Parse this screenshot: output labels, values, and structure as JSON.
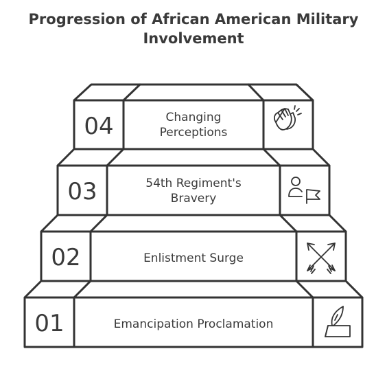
{
  "title": {
    "line1": "Progression of African American Military",
    "line2": "Involvement"
  },
  "steps": [
    {
      "number": "01",
      "label_line1": "Emancipation Proclamation",
      "label_line2": "",
      "icon": "document-quill-icon"
    },
    {
      "number": "02",
      "label_line1": "Enlistment Surge",
      "label_line2": "",
      "icon": "crossed-arrows-icon"
    },
    {
      "number": "03",
      "label_line1": "54th Regiment's",
      "label_line2": "Bravery",
      "icon": "person-flag-icon"
    },
    {
      "number": "04",
      "label_line1": "Changing",
      "label_line2": "Perceptions",
      "icon": "clapping-hands-icon"
    }
  ],
  "colors": {
    "stroke": "#333333",
    "background": "#ffffff"
  }
}
